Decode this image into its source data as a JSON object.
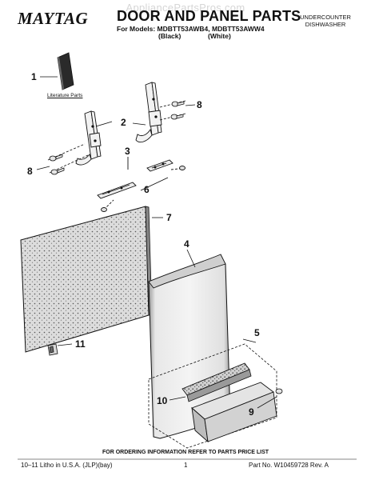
{
  "watermark": "AppliancePartsPros.com",
  "header": {
    "brand": "MAYTAG",
    "title": "DOOR AND PANEL PARTS",
    "models": "For Models: MDBTT53AWB4, MDBTT53AWW4",
    "variant_black": "(Black)",
    "variant_white": "(White)",
    "type_line1": "UNDERCOUNTER",
    "type_line2": "DISHWASHER"
  },
  "diagram": {
    "literature_label": "Literature Parts",
    "callouts": [
      "1",
      "2",
      "3",
      "4",
      "5",
      "6",
      "7",
      "8",
      "8",
      "9",
      "10",
      "11"
    ]
  },
  "footer": {
    "note": "FOR ORDERING INFORMATION REFER TO PARTS PRICE LIST",
    "left": "10–11 Litho in U.S.A. (JLP)(bay)",
    "page": "1",
    "part_no": "Part No. W10459728 Rev. A"
  }
}
